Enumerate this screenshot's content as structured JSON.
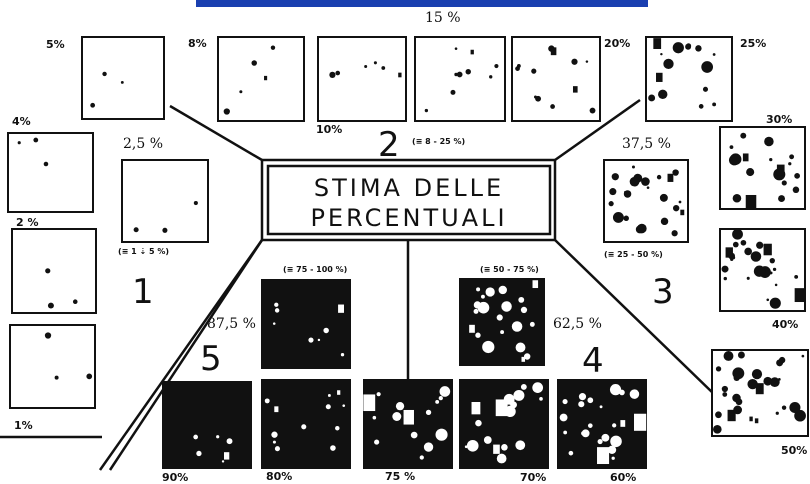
{
  "title": {
    "line1": "STIMA DELLE",
    "line2": "PERCENTUALI"
  },
  "header_percent": "15 %",
  "groups": [
    {
      "number": "1",
      "range": "(≡ 1 ⇣ 5 %)",
      "highlight": "2,5 %"
    },
    {
      "number": "2",
      "range": "(≡ 8 - 25 %)"
    },
    {
      "number": "3",
      "range": "(≡ 25 - 50 %)",
      "highlight": "37,5 %"
    },
    {
      "number": "4",
      "range": "(≡ 50 - 75 %)",
      "highlight": "62,5 %"
    },
    {
      "number": "5",
      "range": "(≡ 75 - 100 %)",
      "highlight": "87,5 %"
    }
  ],
  "labels": {
    "p1": "1%",
    "p2": "2 %",
    "p4": "4%",
    "p5": "5%",
    "p8": "8%",
    "p10": "10%",
    "p20": "20%",
    "p25": "25%",
    "p30": "30%",
    "p40a": "40%",
    "p50": "50%",
    "p60": "60%",
    "p70": "70%",
    "p75": "75 %",
    "p80": "80%",
    "p90": "90%"
  },
  "colors": {
    "ink": "#111111",
    "paper": "#ffffff",
    "band": "#1a3fb0"
  }
}
